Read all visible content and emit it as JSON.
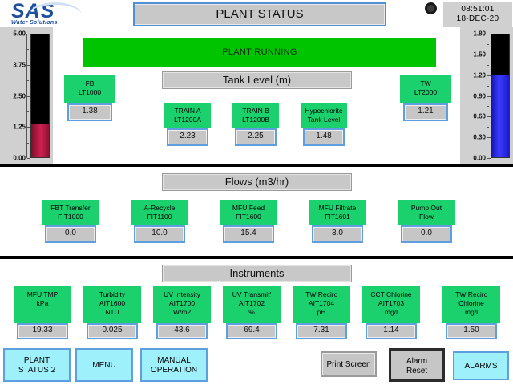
{
  "header": {
    "logo_main": "SAS",
    "logo_sub": "Water Solutions",
    "title": "PLANT STATUS",
    "time": "08:51:01",
    "date": "18-DEC-20",
    "led_name": "status-led"
  },
  "banner": {
    "text": "PLANT RUNNING",
    "color": "#00c400"
  },
  "gauges": [
    {
      "name": "fb-level-gauge",
      "ticks": [
        "5.00",
        "3.75",
        "2.50",
        "1.25",
        "0.00"
      ],
      "min": 0.0,
      "max": 5.0,
      "value": 1.38,
      "fill_color": "#cf2050"
    },
    {
      "name": "tw-level-gauge",
      "ticks": [
        "1.80",
        "1.50",
        "1.20",
        "0.90",
        "0.60",
        "0.30",
        "0.00"
      ],
      "min": 0.0,
      "max": 1.8,
      "value": 1.21,
      "fill_color": "#3b3bff"
    }
  ],
  "sections": {
    "tank_level": {
      "heading": "Tank Level (m)",
      "side_left": {
        "label_line1": "FB",
        "label_line2": "LT1000",
        "value": "1.38"
      },
      "side_right": {
        "label_line1": "TW",
        "label_line2": "LT2000",
        "value": "1.21"
      },
      "items": [
        {
          "label_line1": "TRAIN A",
          "label_line2": "LT1200A",
          "value": "2.23"
        },
        {
          "label_line1": "TRAIN B",
          "label_line2": "LT1200B",
          "value": "2.25"
        },
        {
          "label_line1": "Hypochlorite",
          "label_line2": "Tank Level",
          "value": "1.48"
        }
      ]
    },
    "flows": {
      "heading": "Flows (m3/hr)",
      "items": [
        {
          "label_line1": "FBT Transfer",
          "label_line2": "FIT1000",
          "label_line3": "",
          "value": "0.0"
        },
        {
          "label_line1": "A-Recycle",
          "label_line2": "FIT1100",
          "label_line3": "",
          "value": "10.0"
        },
        {
          "label_line1": "MFU Feed",
          "label_line2": "FIT1600",
          "label_line3": "",
          "value": "15.4"
        },
        {
          "label_line1": "MFU Filtrate",
          "label_line2": "FIT1601",
          "label_line3": "",
          "value": "3.0"
        },
        {
          "label_line1": "Pump Out",
          "label_line2": "Flow",
          "label_line3": "",
          "value": "0.0"
        }
      ]
    },
    "instruments": {
      "heading": "Instruments",
      "items": [
        {
          "label_line1": "MFU TMP",
          "label_line2": "kPa",
          "label_line3": "",
          "value": "19.33"
        },
        {
          "label_line1": "Turbidity",
          "label_line2": "AIT1600",
          "label_line3": "NTU",
          "value": "0.025"
        },
        {
          "label_line1": "UV Intensity",
          "label_line2": "AIT1700",
          "label_line3": "W/m2",
          "value": "43.6"
        },
        {
          "label_line1": "UV Transmit'",
          "label_line2": "AIT1702",
          "label_line3": "%",
          "value": "69.4"
        },
        {
          "label_line1": "TW Recirc",
          "label_line2": "AIT1704",
          "label_line3": "pH",
          "value": "7.31"
        },
        {
          "label_line1": "CCT Chlorine",
          "label_line2": "AIT1703",
          "label_line3": "mg/l",
          "value": "1.14"
        },
        {
          "label_line1": "TW Recirc",
          "label_line2": "Chlorine",
          "label_line3": "mg/l",
          "value": "1.50"
        }
      ]
    }
  },
  "buttons": [
    {
      "name": "plant-status-2-button",
      "line1": "PLANT",
      "line2": "STATUS 2",
      "style": "cyan"
    },
    {
      "name": "menu-button",
      "line1": "MENU",
      "line2": "",
      "style": "cyan"
    },
    {
      "name": "manual-operation-button",
      "line1": "MANUAL",
      "line2": "OPERATION",
      "style": "cyan"
    },
    {
      "name": "print-screen-button",
      "line1": "Print Screen",
      "line2": "",
      "style": "gray"
    },
    {
      "name": "alarm-reset-button",
      "line1": "Alarm",
      "line2": "Reset",
      "style": "dark"
    },
    {
      "name": "alarms-button",
      "line1": "ALARMS",
      "line2": "",
      "style": "cyan"
    }
  ]
}
